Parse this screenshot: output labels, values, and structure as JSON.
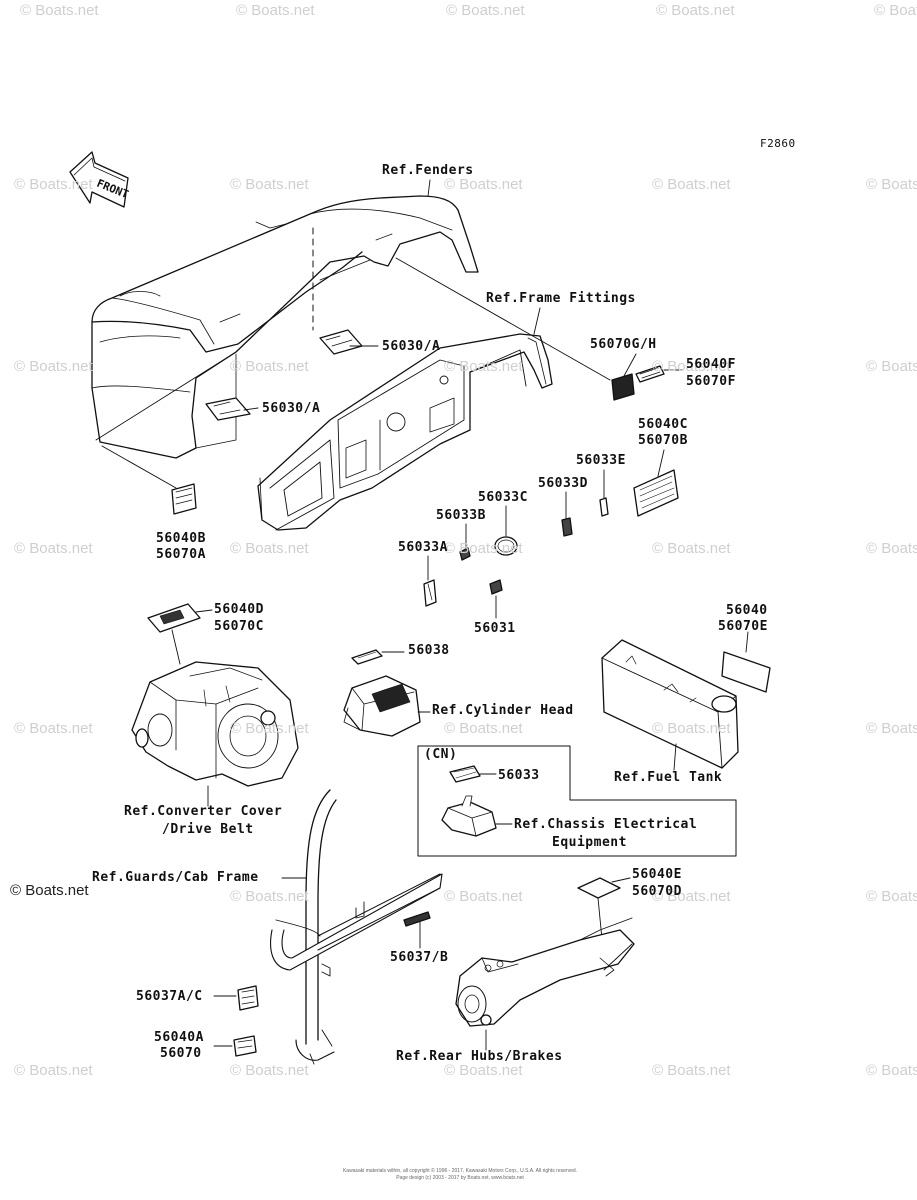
{
  "diagram_id": "F2860",
  "watermark": "© Boats.net",
  "labels": {
    "ref_fenders": "Ref.Fenders",
    "ref_frame_fittings": "Ref.Frame Fittings",
    "p56030a_1": "56030/A",
    "p56030a_2": "56030/A",
    "p56070gh": "56070G/H",
    "p56040f": "56040F",
    "p56070f": "56070F",
    "p56040c": "56040C",
    "p56070b": "56070B",
    "p56033e": "56033E",
    "p56033d": "56033D",
    "p56033c": "56033C",
    "p56033b": "56033B",
    "p56033a": "56033A",
    "p56031": "56031",
    "p56040b": "56040B",
    "p56070a": "56070A",
    "p56040d": "56040D",
    "p56070c": "56070C",
    "p56038": "56038",
    "ref_cylinder_head": "Ref.Cylinder Head",
    "p56040": "56040",
    "p56070e": "56070E",
    "ref_fuel_tank": "Ref.Fuel Tank",
    "cn": "(CN)",
    "p56033": "56033",
    "ref_chassis_1": "Ref.Chassis Electrical",
    "ref_chassis_2": "Equipment",
    "ref_converter_1": "Ref.Converter Cover",
    "ref_converter_2": "/Drive Belt",
    "ref_guards": "Ref.Guards/Cab Frame",
    "p56040e": "56040E",
    "p56070d": "56070D",
    "p56037b": "56037/B",
    "p56037ac": "56037A/C",
    "p56040a": "56040A",
    "p56070": "56070",
    "ref_rear_hubs": "Ref.Rear Hubs/Brakes",
    "front_arrow": "FRONT"
  },
  "footer": {
    "line1": "Kawasaki materials within, all copyright © 1996 - 2017, Kawasaki Motors Corp., U.S.A. All rights reserved.",
    "line2": "Page design (c) 2003 - 2017 by Boats.net, www.boats.net"
  }
}
